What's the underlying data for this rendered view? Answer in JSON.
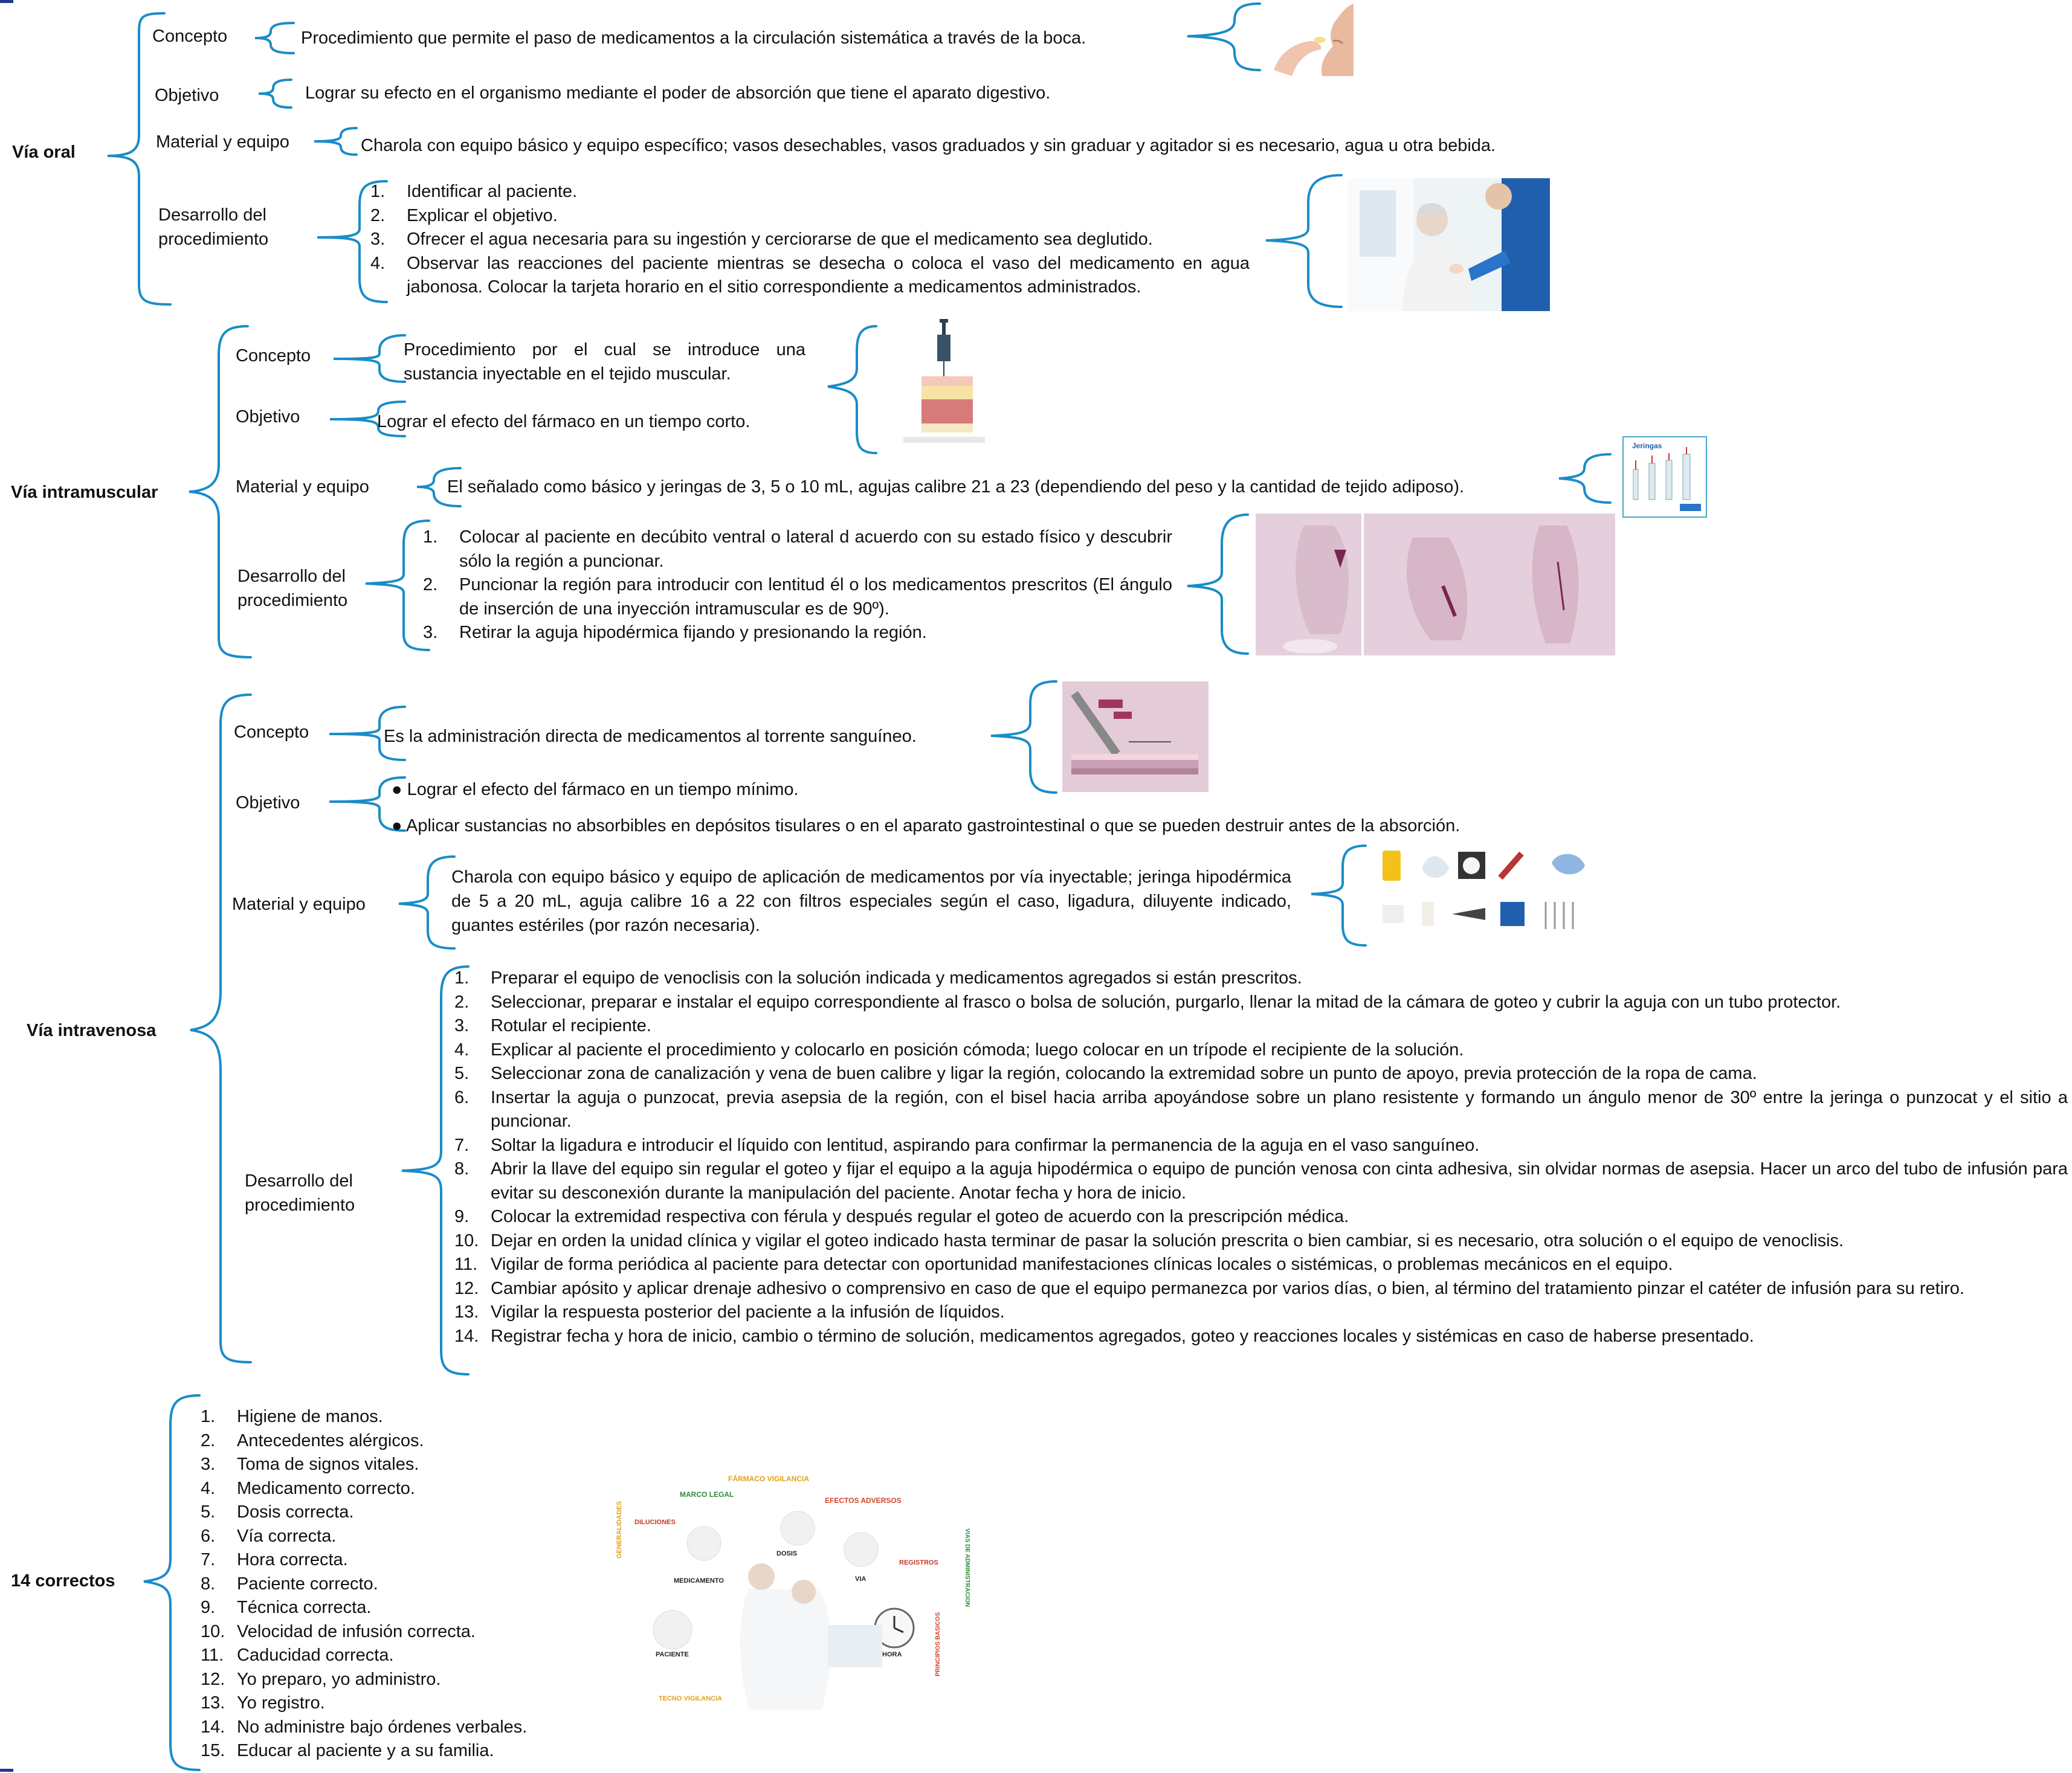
{
  "colors": {
    "brace": "#1a8cc8",
    "corner_bar": "#1f3a93",
    "text": "#111111"
  },
  "via_oral": {
    "title": "Vía oral",
    "concepto_label": "Concepto",
    "concepto_text": "Procedimiento que permite el paso de medicamentos a la circulación sistemática a través de la boca.",
    "objetivo_label": "Objetivo",
    "objetivo_text": "Lograr su efecto en el organismo mediante el poder de absorción que tiene el aparato digestivo.",
    "material_label": "Material y equipo",
    "material_text": "Charola con equipo básico y equipo específico; vasos desechables, vasos graduados y sin graduar y agitador si es necesario, agua u otra bebida.",
    "desarrollo_label": "Desarrollo del procedimiento",
    "steps": [
      {
        "n": "1.",
        "text": "Identificar al paciente."
      },
      {
        "n": "2.",
        "text": "Explicar el objetivo."
      },
      {
        "n": "3.",
        "text": "Ofrecer el agua necesaria para su ingestión y cerciorarse de que el medicamento sea deglutido."
      },
      {
        "n": "4.",
        "text": "Observar las reacciones del paciente mientras se desecha o coloca el vaso del medicamento en agua jabonosa. Colocar la tarjeta horario en el sitio correspondiente a medicamentos administrados."
      }
    ]
  },
  "via_intramuscular": {
    "title": "Vía intramuscular",
    "concepto_label": "Concepto",
    "concepto_text": "Procedimiento por el cual se introduce una sustancia inyectable en el tejido muscular.",
    "objetivo_label": "Objetivo",
    "objetivo_text": "Lograr el efecto del fármaco en un tiempo corto.",
    "material_label": "Material y equipo",
    "material_text": "El señalado como básico y jeringas de 3, 5 o 10 mL, agujas calibre 21 a 23 (dependiendo del peso y la cantidad de tejido adiposo).",
    "desarrollo_label": "Desarrollo del procedimiento",
    "steps": [
      {
        "n": "1.",
        "text": "Colocar al paciente en decúbito ventral o lateral d acuerdo con su estado físico y descubrir sólo la región a puncionar."
      },
      {
        "n": "2.",
        "text": "Puncionar la región para introducir con lentitud él o los medicamentos prescritos (El ángulo de inserción de una inyección intramuscular es de 90º)."
      },
      {
        "n": "3.",
        "text": "Retirar la aguja hipodérmica fijando y presionando la región."
      }
    ],
    "img_jeringas_title": "Jeringas"
  },
  "via_intravenosa": {
    "title": "Vía intravenosa",
    "concepto_label": "Concepto",
    "concepto_text": "Es la administración directa de medicamentos al torrente sanguíneo.",
    "objetivo_label": "Objetivo",
    "objetivos": [
      "● Lograr el efecto del fármaco en un tiempo mínimo.",
      "● Aplicar sustancias no absorbibles en depósitos tisulares o en el aparato gastrointestinal o que se pueden destruir antes de la absorción."
    ],
    "material_label": "Material y equipo",
    "material_text": "Charola con equipo básico y equipo de aplicación de medicamentos por vía inyectable; jeringa hipodérmica de 5 a 20 mL, aguja calibre 16 a 22 con filtros especiales según el caso, ligadura, diluyente indicado, guantes estériles (por razón necesaria).",
    "desarrollo_label": "Desarrollo del procedimiento",
    "steps": [
      {
        "n": "1.",
        "text": "Preparar el equipo de venoclisis con la solución indicada y medicamentos agregados si están prescritos."
      },
      {
        "n": "2.",
        "text": "Seleccionar, preparar e instalar el equipo correspondiente al frasco o bolsa de solución, purgarlo, llenar la mitad de la cámara de goteo y cubrir la aguja con un tubo protector."
      },
      {
        "n": "3.",
        "text": "Rotular el recipiente."
      },
      {
        "n": "4.",
        "text": "Explicar al paciente el procedimiento y colocarlo en posición cómoda; luego colocar en un trípode el recipiente de la solución."
      },
      {
        "n": "5.",
        "text": "Seleccionar zona de canalización y vena de buen calibre y ligar la región, colocando la extremidad sobre un punto de apoyo, previa protección de la ropa de cama."
      },
      {
        "n": "6.",
        "text": "Insertar la aguja o punzocat, previa asepsia de la región, con el bisel hacia arriba apoyándose sobre un plano resistente y formando un ángulo menor de 30º entre la jeringa o punzocat y el sitio a puncionar."
      },
      {
        "n": "7.",
        "text": "Soltar la ligadura e introducir el líquido con lentitud, aspirando para confirmar la permanencia de la aguja en el vaso sanguíneo."
      },
      {
        "n": "8.",
        "text": "Abrir la llave del equipo sin regular el goteo y fijar el equipo a la aguja hipodérmica o equipo de punción venosa con cinta adhesiva, sin olvidar normas de asepsia. Hacer un arco del tubo de infusión para evitar su desconexión durante la manipulación del paciente. Anotar fecha y hora de inicio."
      },
      {
        "n": "9.",
        "text": "Colocar la extremidad respectiva con férula y después regular el goteo de acuerdo con la prescripción médica."
      },
      {
        "n": "10.",
        "text": "Dejar en orden la unidad clínica y vigilar el goteo indicado hasta terminar de pasar la solución prescrita o bien cambiar, si es necesario, otra solución o el equipo de venoclisis."
      },
      {
        "n": "11.",
        "text": "Vigilar de forma periódica al paciente para detectar con oportunidad manifestaciones clínicas locales o sistémicas, o problemas mecánicos en el equipo."
      },
      {
        "n": "12.",
        "text": "Cambiar apósito y aplicar drenaje adhesivo o comprensivo en caso de que el equipo permanezca por varios días, o bien, al término del tratamiento pinzar el catéter de infusión para su retiro."
      },
      {
        "n": "13.",
        "text": "Vigilar la respuesta posterior del paciente a la infusión de líquidos."
      },
      {
        "n": "14.",
        "text": "Registrar fecha y hora de inicio, cambio o término de solución, medicamentos agregados, goteo y reacciones locales y sistémicas en caso de haberse presentado."
      }
    ]
  },
  "correctos": {
    "title": "14 correctos",
    "items": [
      {
        "n": "1.",
        "text": "Higiene de manos."
      },
      {
        "n": "2.",
        "text": "Antecedentes alérgicos."
      },
      {
        "n": "3.",
        "text": "Toma de signos vitales."
      },
      {
        "n": "4.",
        "text": "Medicamento correcto."
      },
      {
        "n": "5.",
        "text": "Dosis correcta."
      },
      {
        "n": "6.",
        "text": "Vía correcta."
      },
      {
        "n": "7.",
        "text": "Hora correcta."
      },
      {
        "n": "8.",
        "text": "Paciente correcto."
      },
      {
        "n": "9.",
        "text": "Técnica correcta."
      },
      {
        "n": "10.",
        "text": "Velocidad de infusión correcta."
      },
      {
        "n": "11.",
        "text": "Caducidad correcta."
      },
      {
        "n": "12.",
        "text": "Yo preparo, yo administro."
      },
      {
        "n": "13.",
        "text": "Yo registro."
      },
      {
        "n": "14.",
        "text": "No administre bajo órdenes verbales."
      },
      {
        "n": "15.",
        "text": "Educar al paciente y a su familia."
      }
    ],
    "infographic_labels": {
      "farmaco": "FÁRMACO VIGILANCIA",
      "marco": "MARCO LEGAL",
      "efectos": "EFECTOS ADVERSOS",
      "diluciones": "DILUCIONES",
      "generalidades": "GENERALIDADES",
      "dosis": "DOSIS",
      "registros": "REGISTROS",
      "via": "VIA",
      "medicamento": "MEDICAMENTO",
      "paciente": "PACIENTE",
      "hora": "HORA",
      "tecno": "TECNO VIGILANCIA",
      "principios": "PRINCIPIOS BASICOS",
      "vias": "VIAS DE ADMINISTRACION"
    }
  }
}
